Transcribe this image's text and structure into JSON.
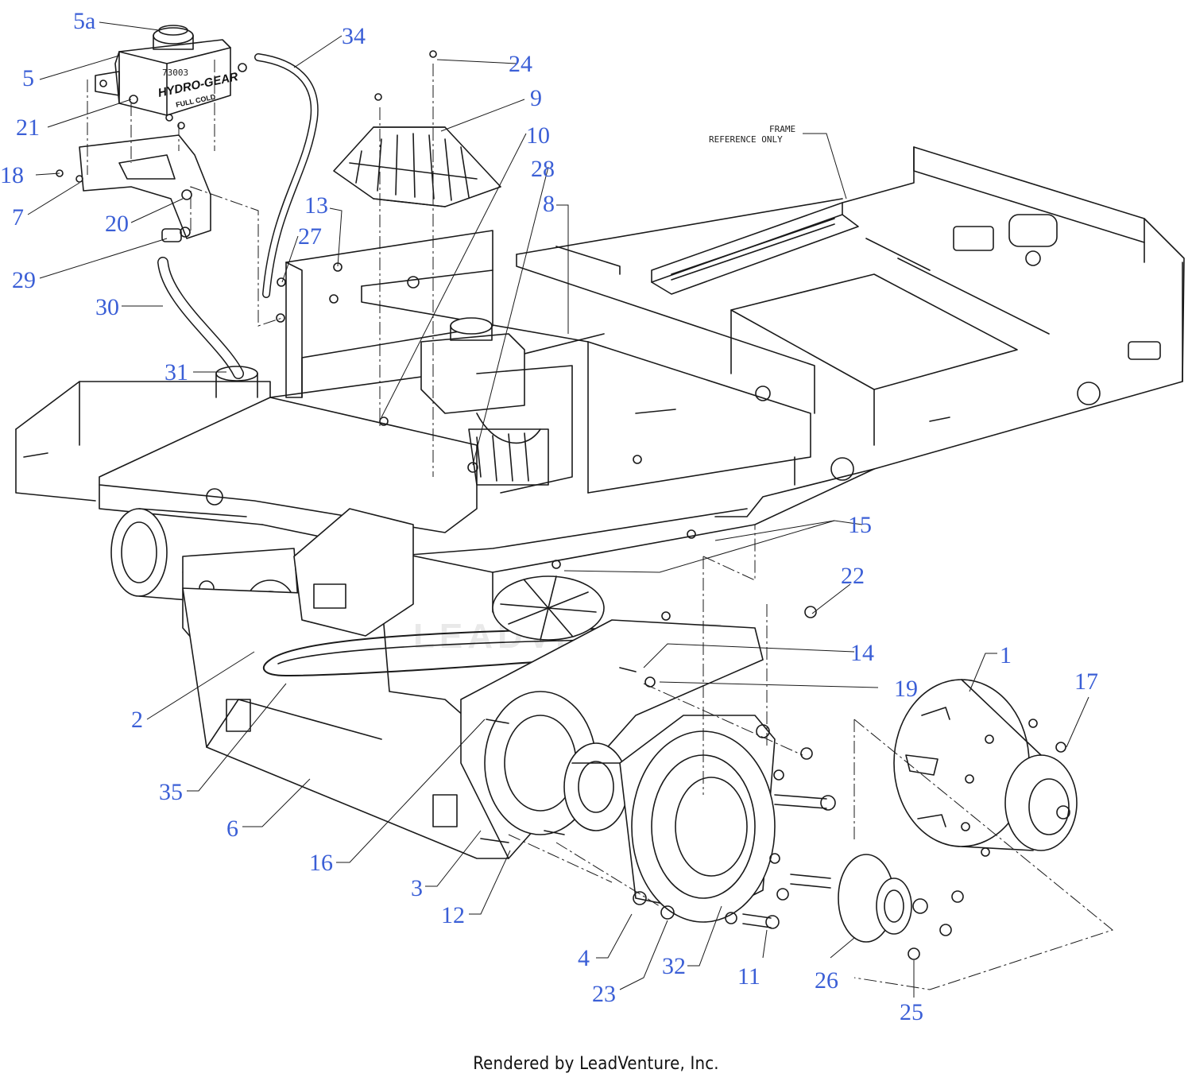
{
  "diagram": {
    "frame_note_line1": "FRAME",
    "frame_note_line2": "REFERENCE ONLY",
    "tank_brand": "HYDRO-GEAR",
    "tank_mark": "FULL COLD",
    "tank_code": "73003",
    "watermark": "LEADVENTURE",
    "callouts": [
      {
        "id": "c-5a",
        "label": "5a"
      },
      {
        "id": "c-34",
        "label": "34"
      },
      {
        "id": "c-5",
        "label": "5"
      },
      {
        "id": "c-24",
        "label": "24"
      },
      {
        "id": "c-9",
        "label": "9"
      },
      {
        "id": "c-21",
        "label": "21"
      },
      {
        "id": "c-10",
        "label": "10"
      },
      {
        "id": "c-28",
        "label": "28"
      },
      {
        "id": "c-18",
        "label": "18"
      },
      {
        "id": "c-8",
        "label": "8"
      },
      {
        "id": "c-13",
        "label": "13"
      },
      {
        "id": "c-7",
        "label": "7"
      },
      {
        "id": "c-20",
        "label": "20"
      },
      {
        "id": "c-27",
        "label": "27"
      },
      {
        "id": "c-29",
        "label": "29"
      },
      {
        "id": "c-30",
        "label": "30"
      },
      {
        "id": "c-31",
        "label": "31"
      },
      {
        "id": "c-15",
        "label": "15"
      },
      {
        "id": "c-22",
        "label": "22"
      },
      {
        "id": "c-14",
        "label": "14"
      },
      {
        "id": "c-1",
        "label": "1"
      },
      {
        "id": "c-17",
        "label": "17"
      },
      {
        "id": "c-19",
        "label": "19"
      },
      {
        "id": "c-2",
        "label": "2"
      },
      {
        "id": "c-35",
        "label": "35"
      },
      {
        "id": "c-6",
        "label": "6"
      },
      {
        "id": "c-16",
        "label": "16"
      },
      {
        "id": "c-3",
        "label": "3"
      },
      {
        "id": "c-12",
        "label": "12"
      },
      {
        "id": "c-4",
        "label": "4"
      },
      {
        "id": "c-32",
        "label": "32"
      },
      {
        "id": "c-11",
        "label": "11"
      },
      {
        "id": "c-26",
        "label": "26"
      },
      {
        "id": "c-23",
        "label": "23"
      },
      {
        "id": "c-25",
        "label": "25"
      }
    ]
  },
  "footer": {
    "credit": "Rendered by LeadVenture, Inc."
  }
}
